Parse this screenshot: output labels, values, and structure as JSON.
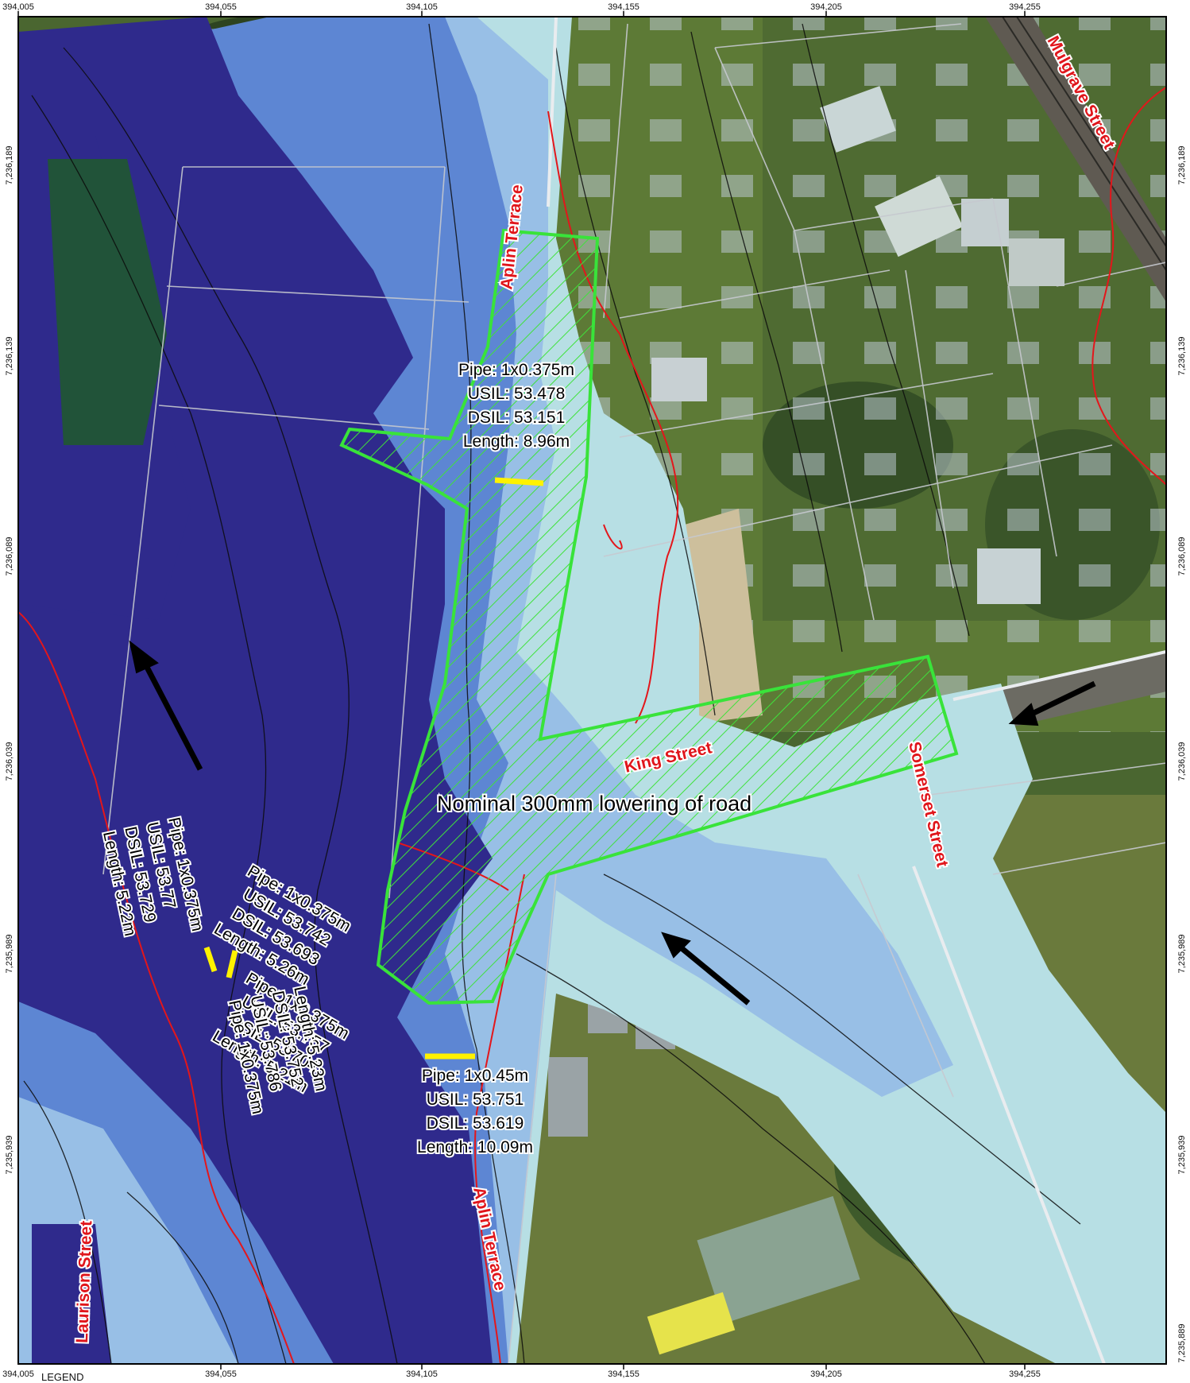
{
  "axes": {
    "easting_top": [
      "394,005",
      "394,055",
      "394,105",
      "394,155",
      "394,205",
      "394,255"
    ],
    "easting_bottom": [
      "394,005",
      "394,055",
      "394,105",
      "394,155",
      "394,205",
      "394,255"
    ],
    "northing_left": [
      "7,236,189",
      "7,236,139",
      "7,236,089",
      "7,236,039",
      "7,235,989",
      "7,235,939"
    ],
    "northing_right": [
      "7,236,189",
      "7,236,139",
      "7,236,089",
      "7,236,039",
      "7,235,989",
      "7,235,939",
      "7,235,889"
    ]
  },
  "legend_title": "LEGEND",
  "streets": {
    "mulgrave": "Mulgrave Street",
    "aplin_north": "Aplin Terrace",
    "aplin_south": "Aplin Terrace",
    "king": "King Street",
    "somerset": "Somerset Street",
    "laurison": "Laurison Street"
  },
  "annotation_lowering": "Nominal 300mm lowering of road",
  "pipes": {
    "p1": [
      "Pipe: 1x0.375m",
      "USIL: 53.478",
      "DSIL: 53.151",
      "Length: 8.96m"
    ],
    "p2": [
      "Pipe: 1x0.375m",
      "USIL: 53.742",
      "DSIL: 53.693",
      "Length: 5.26m"
    ],
    "p3": [
      "Pipe: 1x0.375m",
      "USIL: 53.757",
      "DSIL: 53.704",
      "Length: 5.21m"
    ],
    "p4": [
      "Pipe: 1x0.45m",
      "USIL: 53.751",
      "DSIL: 53.619",
      "Length: 10.09m"
    ],
    "p5": [
      "Pipe: 1x0.375m",
      "USIL: 53.77",
      "DSIL: 53.729",
      "Length: 5.22m"
    ],
    "p6": [
      "Pipe: 1x0.375m",
      "USIL: 53.786",
      "DSIL: 53.752",
      "Length: 5.23m"
    ]
  },
  "colors": {
    "deep_flood": "#2f2a8c",
    "mid_flood": "#5b7fd1",
    "shallow_flood": "#9ec3e6",
    "very_shallow": "#b9e2e6",
    "vegetation": "#3f5a2a",
    "grass": "#6d8a3c",
    "bare_ground": "#cdbf9c",
    "hatch_green": "#38e03a",
    "street_label": "#e0151b",
    "contour_red": "#e3161b",
    "pipe_marker": "#fff200"
  }
}
